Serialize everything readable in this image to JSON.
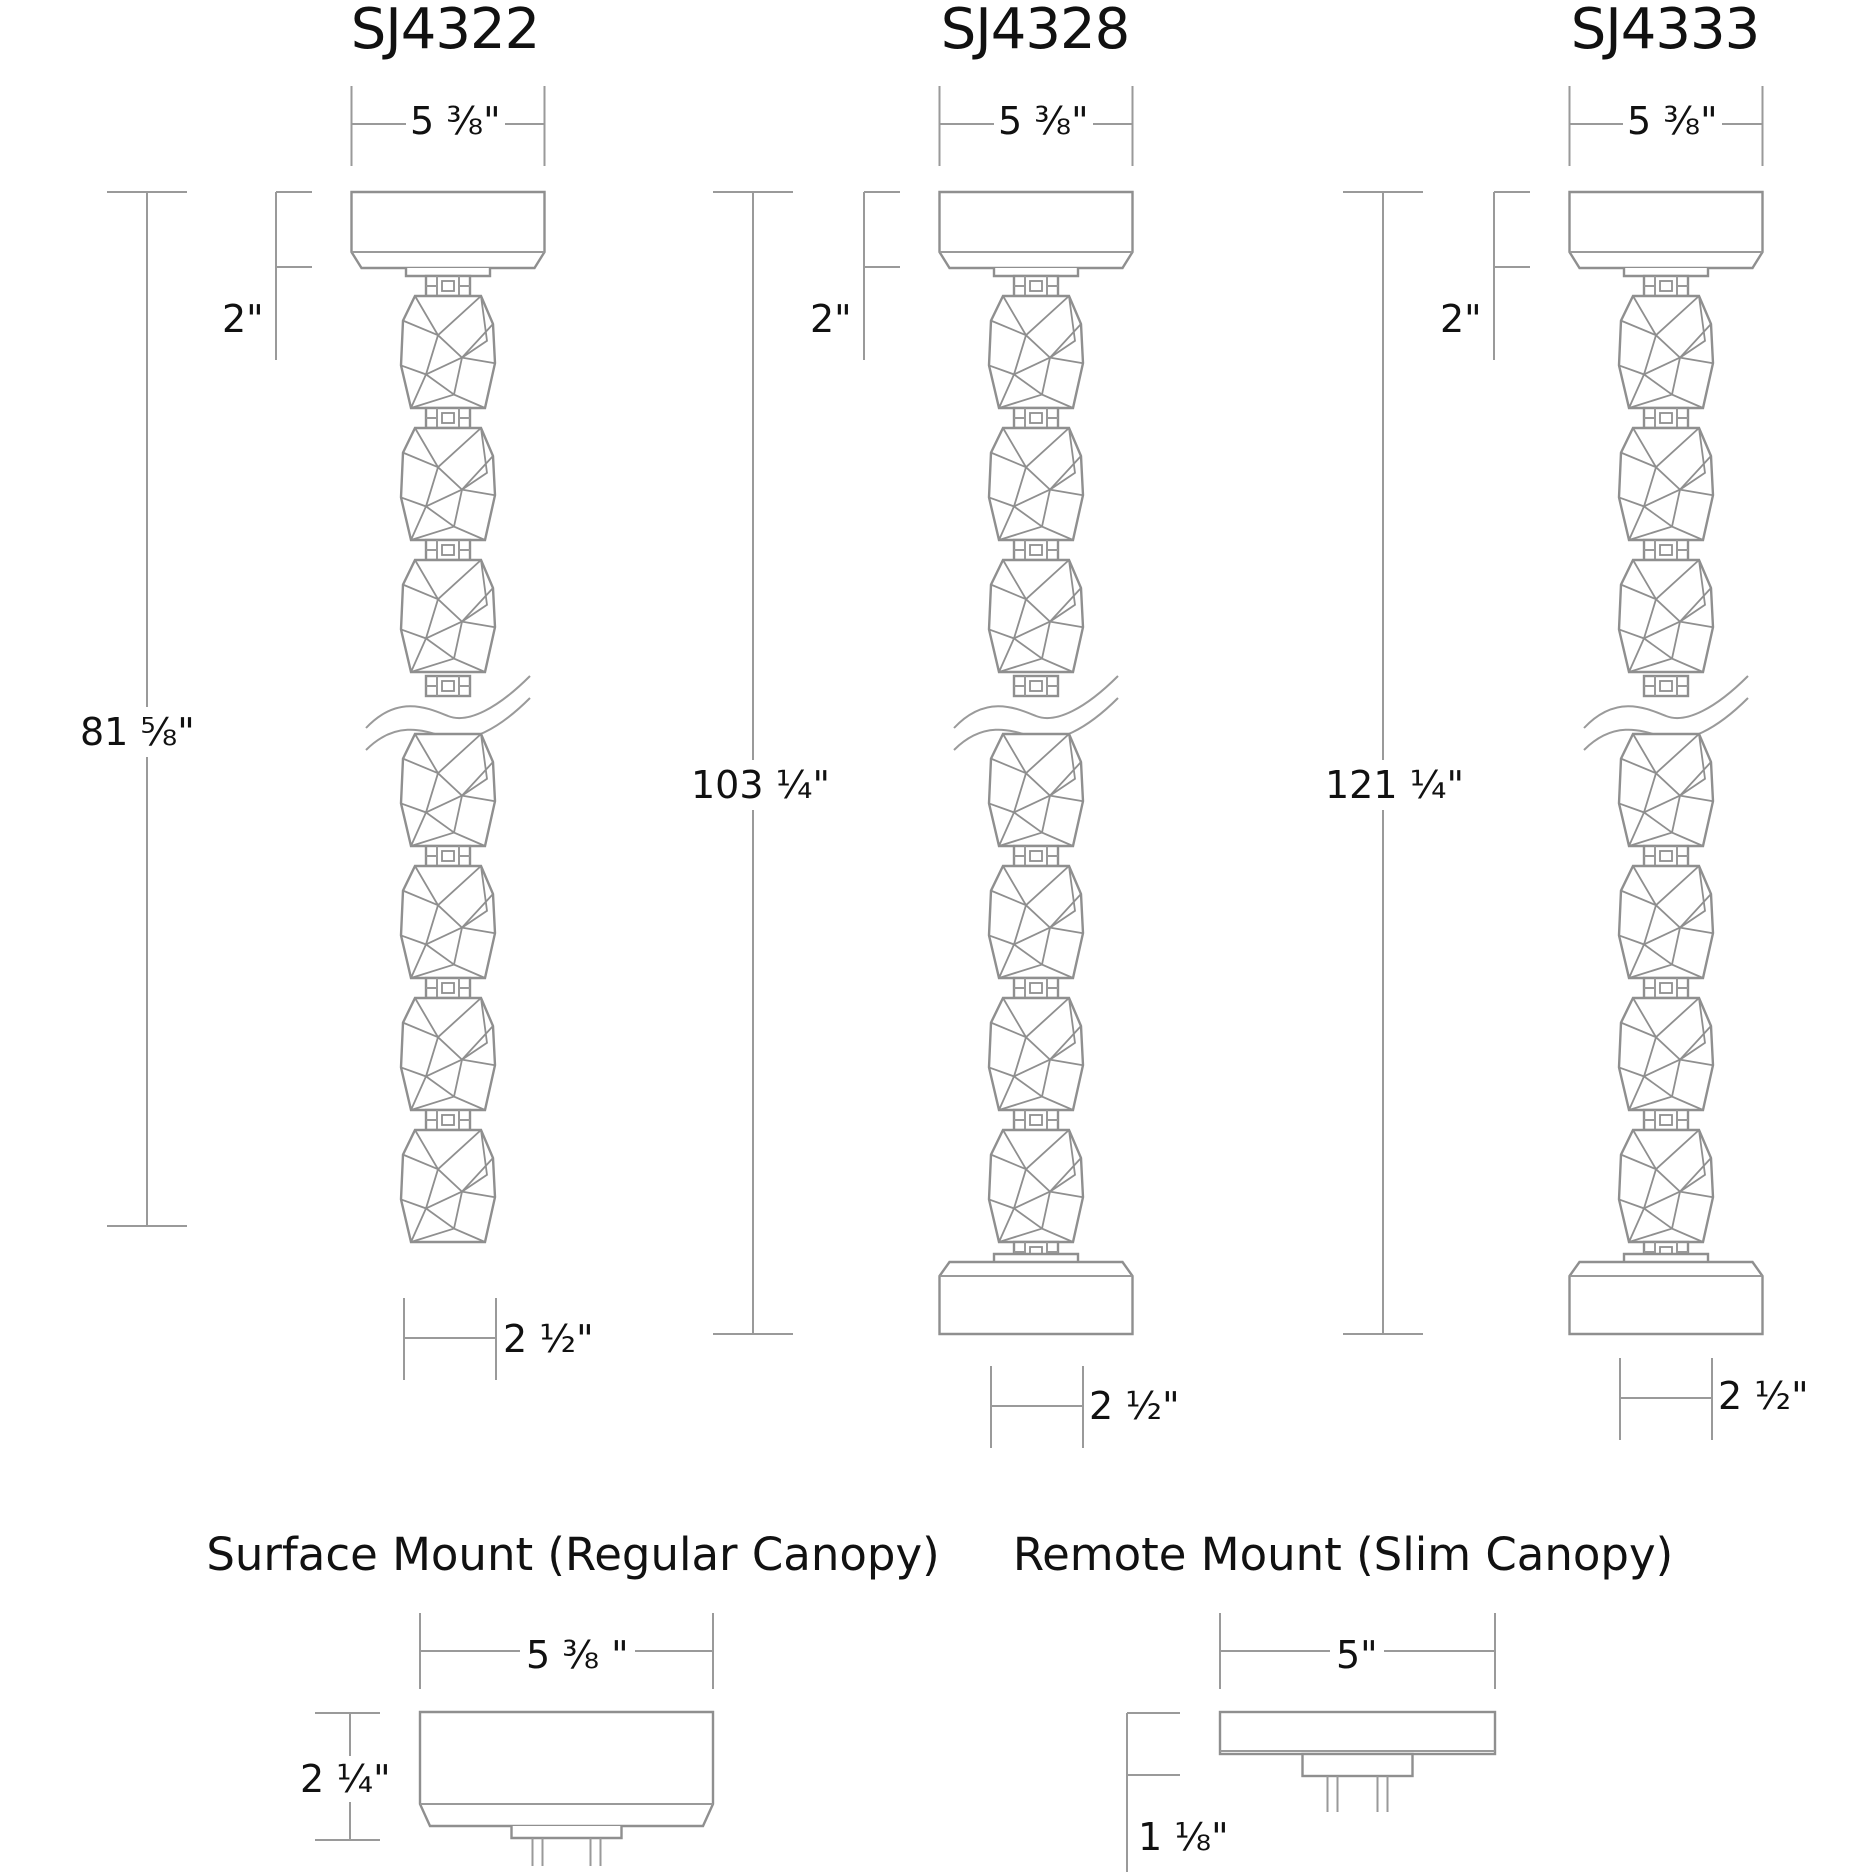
{
  "diagram": {
    "type": "dimension-drawing",
    "models": [
      {
        "id": "col1",
        "title": "SJ4322",
        "canopy_width": "5 ⅜\"",
        "canopy_height": "2\"",
        "overall_length": "81 ⅝\"",
        "crystal_width": "2 ½\"",
        "bottom_canopy": false,
        "crystals_above_break": 3,
        "crystals_below_break": 4
      },
      {
        "id": "col2",
        "title": "SJ4328",
        "canopy_width": "5 ⅜\"",
        "canopy_height": "2\"",
        "overall_length": "103 ¼\"",
        "crystal_width": "2 ½\"",
        "bottom_canopy": true,
        "crystals_above_break": 3,
        "crystals_below_break": 4
      },
      {
        "id": "col3",
        "title": "SJ4333",
        "canopy_width": "5 ⅜\"",
        "canopy_height": "2\"",
        "overall_length": "121 ¼\"",
        "crystal_width": "2 ½\"",
        "bottom_canopy": true,
        "crystals_above_break": 3,
        "crystals_below_break": 4
      }
    ],
    "mounts": [
      {
        "id": "surface",
        "title": "Surface Mount (Regular Canopy)",
        "width": "5 ⅜ \"",
        "height": "2 ¼\""
      },
      {
        "id": "remote",
        "title": "Remote Mount (Slim Canopy)",
        "width": "5\"",
        "height": "1 ⅛\""
      }
    ],
    "colors": {
      "line": "#9a9a9a",
      "text": "#111111",
      "background": "#ffffff"
    }
  }
}
